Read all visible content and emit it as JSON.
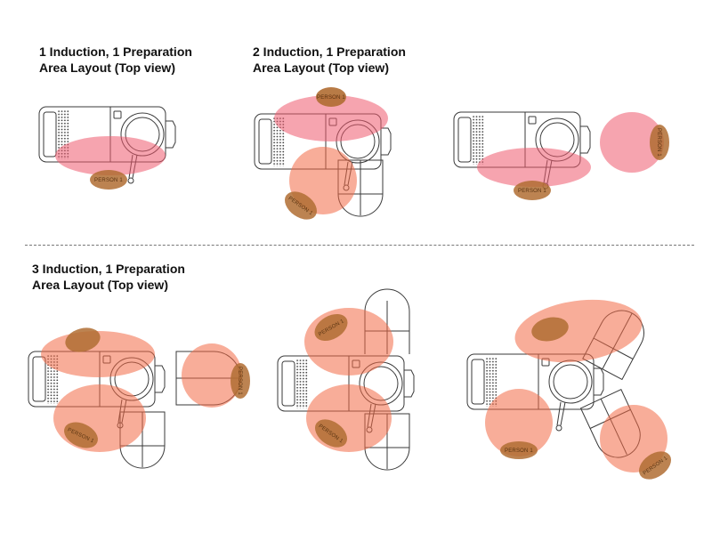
{
  "headings": [
    {
      "line1": "1 Induction, 1 Preparation",
      "line2": "Area Layout (Top view)"
    },
    {
      "line1": "2 Induction, 1 Preparation",
      "line2": "Area Layout (Top view)"
    },
    {
      "line1": "3 Induction, 1 Preparation",
      "line2": "Area Layout (Top view)"
    }
  ],
  "person_label": "PERSON 1",
  "colors": {
    "reach_zone_pink": "#ef5a6e",
    "reach_zone_orange": "#f26a45",
    "person": "#b06d32",
    "outline": "#3a3a3a",
    "divider": "#777777"
  }
}
